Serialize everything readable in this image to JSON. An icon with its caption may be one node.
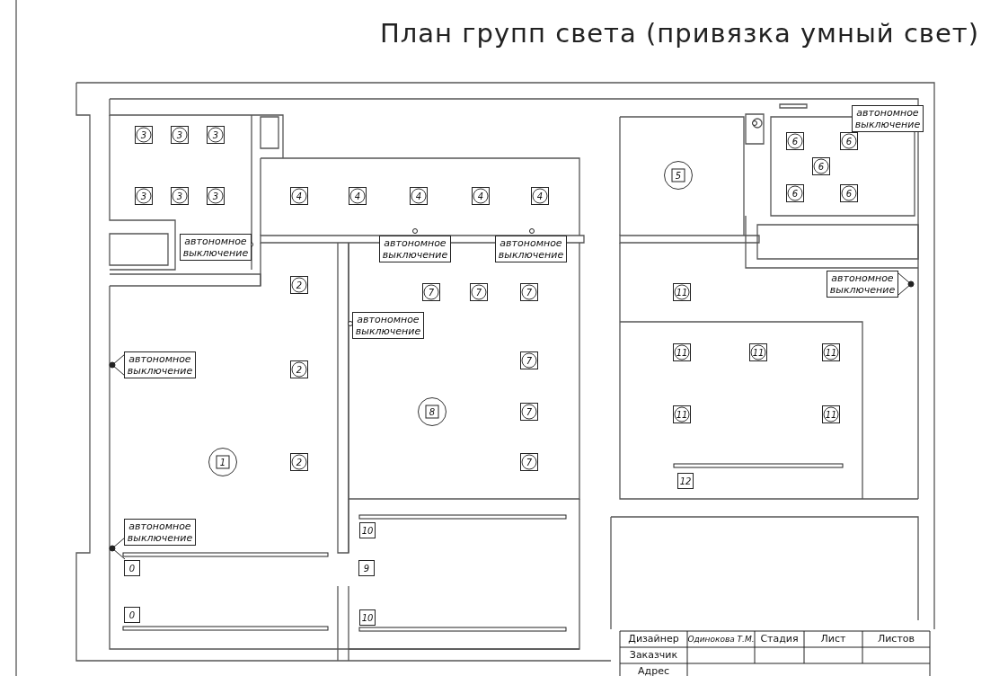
{
  "diagram": {
    "title": "План групп света (привязка умный свет)",
    "nodes": [
      {
        "text": [
          "3"
        ]
      },
      {
        "text": [
          "3"
        ]
      },
      {
        "text": [
          "3"
        ]
      },
      {
        "text": [
          "6"
        ]
      },
      {
        "text": [
          "6"
        ]
      },
      {
        "text": [
          "автономное выключение"
        ]
      },
      {
        "text": [
          "6"
        ]
      },
      {
        "text": [
          "5"
        ]
      },
      {
        "text": [
          "3"
        ]
      },
      {
        "text": [
          "3"
        ]
      },
      {
        "text": [
          "3"
        ]
      },
      {
        "text": [
          "4"
        ]
      },
      {
        "text": [
          "4"
        ]
      },
      {
        "text": [
          "4"
        ]
      },
      {
        "text": [
          "4"
        ]
      },
      {
        "text": [
          "4"
        ]
      },
      {
        "text": [
          "6"
        ]
      },
      {
        "text": [
          "6"
        ]
      },
      {
        "text": [
          "автономное выключение"
        ]
      },
      {
        "text": [
          "автономное выключение"
        ]
      },
      {
        "text": [
          "автономное выключение"
        ]
      },
      {
        "text": [
          "автономное выключение"
        ]
      },
      {
        "text": [
          "2"
        ]
      },
      {
        "text": [
          "7"
        ]
      },
      {
        "text": [
          "7"
        ]
      },
      {
        "text": [
          "7"
        ]
      },
      {
        "text": [
          "11"
        ]
      },
      {
        "text": [
          "автономное выключение"
        ]
      },
      {
        "text": [
          "11"
        ]
      },
      {
        "text": [
          "11"
        ]
      },
      {
        "text": [
          "11"
        ]
      },
      {
        "text": [
          "7"
        ]
      },
      {
        "text": [
          "автономное выключение"
        ]
      },
      {
        "text": [
          "2"
        ]
      },
      {
        "text": [
          "8"
        ]
      },
      {
        "text": [
          "7"
        ]
      },
      {
        "text": [
          "11"
        ]
      },
      {
        "text": [
          "11"
        ]
      },
      {
        "text": [
          "1"
        ]
      },
      {
        "text": [
          "2"
        ]
      },
      {
        "text": [
          "7"
        ]
      },
      {
        "text": [
          "12"
        ]
      },
      {
        "text": [
          "автономное выключение"
        ]
      },
      {
        "text": [
          "10"
        ]
      },
      {
        "text": [
          "0"
        ]
      },
      {
        "text": [
          "9"
        ]
      },
      {
        "text": [
          "0"
        ]
      },
      {
        "text": [
          "10"
        ]
      }
    ],
    "labels": [
      "Дизайнер",
      "Одинокова Т.М.",
      "Стадия",
      "Лист",
      "Листов",
      "Заказчик",
      "Адрес"
    ]
  }
}
